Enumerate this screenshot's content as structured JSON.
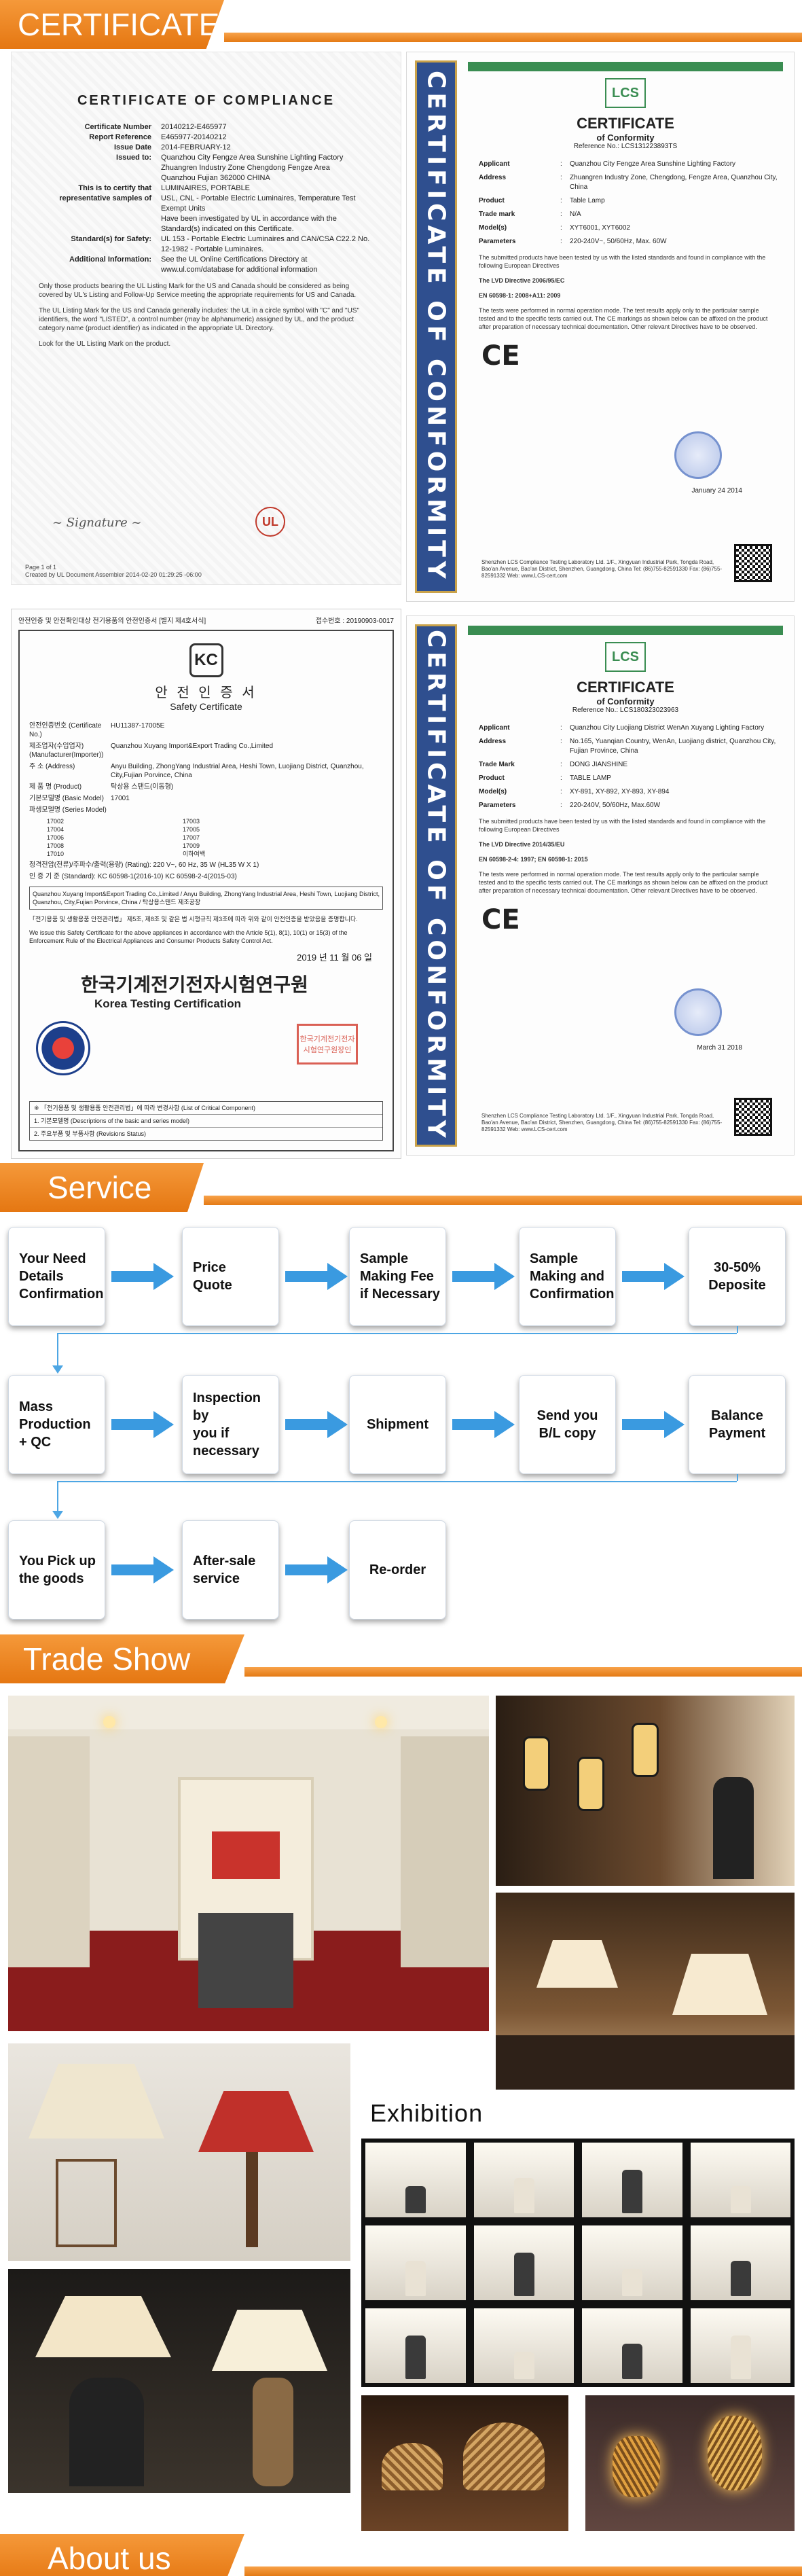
{
  "sections": {
    "certificate": "CERTIFICATE",
    "service": "Service",
    "trade_show": "Trade Show",
    "about": "About us"
  },
  "cert_ul": {
    "title": "CERTIFICATE OF COMPLIANCE",
    "rows": [
      {
        "k": "Certificate Number",
        "v": "20140212-E465977"
      },
      {
        "k": "Report Reference",
        "v": "E465977-20140212"
      },
      {
        "k": "Issue Date",
        "v": "2014-FEBRUARY-12"
      },
      {
        "k": "Issued to:",
        "v": "Quanzhou City Fengze Area Sunshine Lighting Factory\nZhuangren Industry Zone Chengdong Fengze Area\nQuanzhou Fujian 362000 CHINA"
      },
      {
        "k": "This is to certify that representative samples of",
        "v": "LUMINAIRES, PORTABLE\nUSL, CNL - Portable Electric Luminaires, Temperature Test Exempt Units"
      },
      {
        "k": "",
        "v": "Have been investigated by UL in accordance with the Standard(s) indicated on this Certificate."
      },
      {
        "k": "Standard(s) for Safety:",
        "v": "UL 153 - Portable Electric Luminaires and CAN/CSA C22.2 No. 12-1982 - Portable Luminaires."
      },
      {
        "k": "Additional Information:",
        "v": "See the UL Online Certifications Directory at www.ul.com/database for additional information"
      }
    ],
    "para1": "Only those products bearing the UL Listing Mark for the US and Canada should be considered as being covered by UL's Listing and Follow-Up Service meeting the appropriate requirements for US and Canada.",
    "para2": "The UL Listing Mark for the US and Canada generally includes: the UL in a circle symbol with \"C\" and \"US\" identifiers, the word \"LISTED\", a control number (may be alphanumeric) assigned by UL, and the product category name (product identifier) as indicated in the appropriate UL Directory.",
    "para3": "Look for the UL Listing Mark on the product.",
    "page": "Page 1 of 1",
    "footer": "Created by UL Document Assembler 2014-02-20 01:29:25 -06:00"
  },
  "cert_lcs1": {
    "side": "CERTIFICATE OF CONFORMITY",
    "title": "CERTIFICATE",
    "sub": "of Conformity",
    "ref": "Reference No.: LCS131223893TS",
    "rows": [
      {
        "k": "Applicant",
        "v": "Quanzhou City Fengze Area Sunshine Lighting Factory"
      },
      {
        "k": "Address",
        "v": "Zhuangren Industry Zone, Chengdong, Fengze Area, Quanzhou City, China"
      },
      {
        "k": "Product",
        "v": "Table Lamp"
      },
      {
        "k": "Trade mark",
        "v": "N/A"
      },
      {
        "k": "Model(s)",
        "v": "XYT6001, XYT6002"
      },
      {
        "k": "Parameters",
        "v": "220-240V~, 50/60Hz, Max. 60W"
      }
    ],
    "text1": "The submitted products have been tested by us with the listed standards and found in compliance with the following European Directives",
    "directive": "The LVD Directive 2006/95/EC",
    "standards": "EN 60598-1: 2008+A11: 2009",
    "text2": "The tests were performed in normal operation mode. The test results apply only to the particular sample tested and to the specific tests carried out. The CE markings as shown below can be affixed on the product after preparation of necessary technical documentation. Other relevant Directives have to be observed.",
    "ce": "CE",
    "date": "January 24 2014",
    "addr": "Shenzhen LCS Compliance Testing Laboratory Ltd. 1/F., Xingyuan Industrial Park, Tongda Road, Bao'an Avenue, Bao'an District, Shenzhen, Guangdong, China Tel: (86)755-82591330 Fax: (86)755-82591332 Web: www.LCS-cert.com"
  },
  "cert_lcs2": {
    "side": "CERTIFICATE OF CONFORMITY",
    "title": "CERTIFICATE",
    "sub": "of Conformity",
    "ref": "Reference No.: LCS180323023963",
    "rows": [
      {
        "k": "Applicant",
        "v": "Quanzhou City Luojiang District WenAn Xuyang Lighting Factory"
      },
      {
        "k": "Address",
        "v": "No.165, Yuanqian Country, WenAn, Luojiang district, Quanzhou City, Fujian Province, China"
      },
      {
        "k": "Trade Mark",
        "v": "DONG JIANSHINE"
      },
      {
        "k": "Product",
        "v": "TABLE LAMP"
      },
      {
        "k": "Model(s)",
        "v": "XY-891, XY-892, XY-893, XY-894"
      },
      {
        "k": "Parameters",
        "v": "220-240V, 50/60Hz, Max.60W"
      }
    ],
    "text1": "The submitted products have been tested by us with the listed standards and found in compliance with the following European Directives",
    "directive": "The LVD Directive 2014/35/EU",
    "standards": "EN 60598-2-4: 1997; EN 60598-1: 2015",
    "text2": "The tests were performed in normal operation mode. The test results apply only to the particular sample tested and to the specific tests carried out. The CE markings as shown below can be affixed on the product after preparation of necessary technical documentation. Other relevant Directives have to be observed.",
    "ce": "CE",
    "date": "March 31 2018",
    "addr": "Shenzhen LCS Compliance Testing Laboratory Ltd. 1/F., Xingyuan Industrial Park, Tongda Road, Bao'an Avenue, Bao'an District, Shenzhen, Guangdong, China Tel: (86)755-82591330 Fax: (86)755-82591332 Web: www.LCS-cert.com"
  },
  "cert_kc": {
    "top_left": "안전인증 및 안전확인대상 전기용품의 안전인증서 [별지 제4호서식]",
    "top_right": "접수번호 : 20190903-0017",
    "title_ko": "안 전 인 증 서",
    "title_en": "Safety Certificate",
    "rows": [
      {
        "k": "안전인증번호 (Certificate No.)",
        "v": "HU11387-17005E"
      },
      {
        "k": "제조업자(수입업자) (Manufacturer(Importer))",
        "v": "Quanzhou Xuyang Import&Export Trading Co.,Limited"
      },
      {
        "k": "주 소 (Address)",
        "v": "Anyu Building, ZhongYang Industrial Area, Heshi Town, Luojiang District, Quanzhou, City,Fujian Porvince, China"
      },
      {
        "k": "제 품 명 (Product)",
        "v": "탁상용 스탠드(이동형)"
      },
      {
        "k": "기본모델명 (Basic Model)",
        "v": "17001"
      },
      {
        "k": "파생모델명 (Series Model)",
        "v": ""
      }
    ],
    "models": [
      "17002",
      "17003",
      "17004",
      "17005",
      "17006",
      "17007",
      "17008",
      "17009",
      "17010",
      "이하여백"
    ],
    "rating": "정격전압(전류)/주파수/출력(용량) (Rating): 220 V~, 60 Hz, 35 W (HL35 W X 1)",
    "standard": "인 증 기 준 (Standard): KC 60598-1(2016-10) KC 60598-2-4(2015-03)",
    "factory": "Quanzhou Xuyang Import&Export Trading Co.,Limited / Anyu Building, ZhongYang Industrial Area, Heshi Town, Luojiang District, Quanzhou, City,Fujian Porvince, China / 탁상용스탠드 제조공장",
    "text_ko": "「전기용품 및 생활용품 안전관리법」 제5조, 제8조 및 같은 법 시행규칙 제3조에 따라 위와 같이 안전인증을 받았음을 증명합니다.",
    "text_en": "We issue this Safety Certificate for the above appliances in accordance with the Article 5(1), 8(1), 10(1) or 15(3) of the Enforcement Rule of the Electrical Appliances and Consumer Products Safety Control Act.",
    "date": "2019 년 11 월 06 일",
    "org_ko": "한국기계전기전자시험연구원",
    "org_en": "Korea Testing Certification",
    "seal": "한국기계전기전자시험연구원장인",
    "table": [
      "※ 「전기용품 및 생활용품 안전관리법」에 따라 변경사항 (List of Critical Component)",
      "1. 기본모델명 (Descriptions of the basic and series model)",
      "2. 주요부품 및 부품사항 (Revisions Status)"
    ]
  },
  "service": {
    "steps": [
      {
        "label": "Your Need\nDetails\nConfirmation",
        "align": "left"
      },
      {
        "label": "Price\nQuote",
        "align": "left"
      },
      {
        "label": "Sample\nMaking Fee\nif Necessary",
        "align": "left"
      },
      {
        "label": "Sample\nMaking and\nConfirmation",
        "align": "left"
      },
      {
        "label": "30-50%\nDeposite",
        "align": "center"
      },
      {
        "label": "Mass\nProduction\n+ QC",
        "align": "left"
      },
      {
        "label": "Inspection by\nyou if\nnecessary",
        "align": "left"
      },
      {
        "label": "Shipment",
        "align": "center"
      },
      {
        "label": "Send you\nB/L copy",
        "align": "center"
      },
      {
        "label": "Balance\nPayment",
        "align": "center"
      },
      {
        "label": "You Pick up\nthe goods",
        "align": "left"
      },
      {
        "label": "After-sale\nservice",
        "align": "left"
      },
      {
        "label": "Re-order",
        "align": "center"
      }
    ]
  },
  "trade_show": {
    "exhibition_label": "Exhibition"
  },
  "colors": {
    "orange": "#e57712",
    "arrow_blue": "#3a9ae0",
    "lcs_blue": "#2f4f8f",
    "lcs_green": "#3a8d52"
  }
}
